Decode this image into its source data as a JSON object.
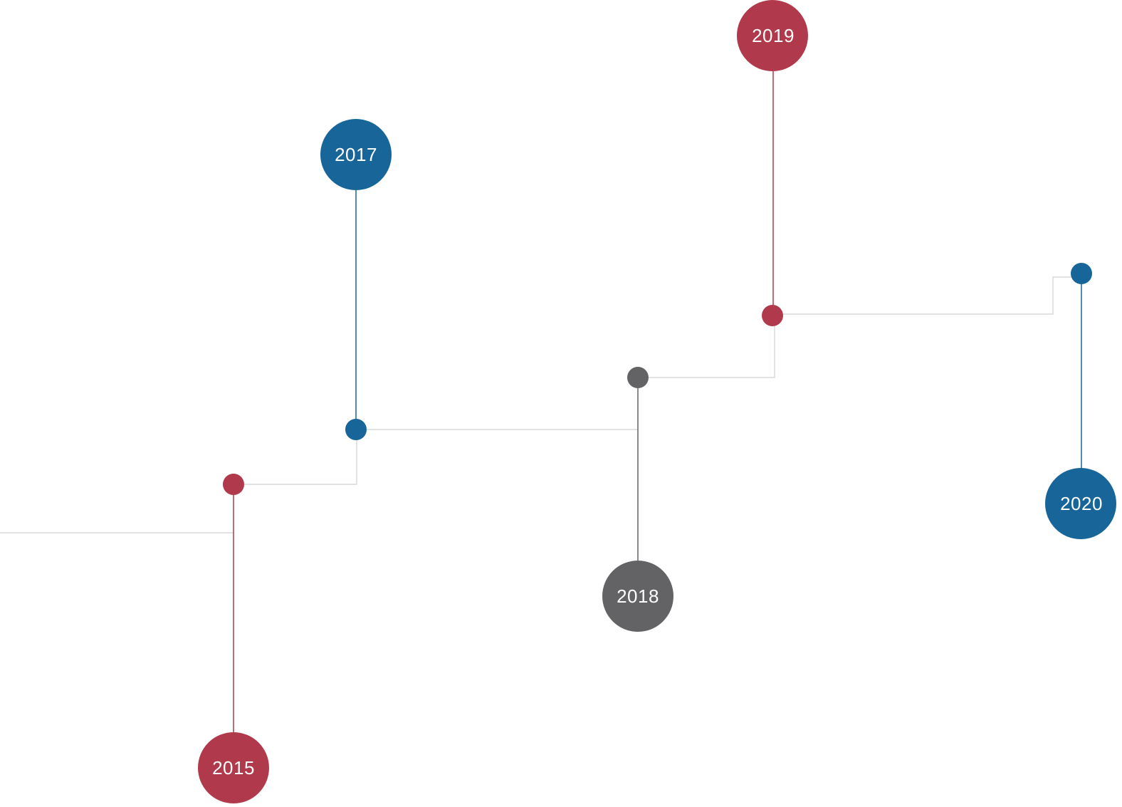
{
  "colors": {
    "red": "#b03a4b",
    "blue": "#18659a",
    "gray": "#636366",
    "connector": "#d0d0d0"
  },
  "milestones": [
    {
      "year": "2015",
      "color": "#b03a4b"
    },
    {
      "year": "2017",
      "color": "#18659a"
    },
    {
      "year": "2018",
      "color": "#636366"
    },
    {
      "year": "2019",
      "color": "#b03a4b"
    },
    {
      "year": "2020",
      "color": "#18659a"
    }
  ]
}
